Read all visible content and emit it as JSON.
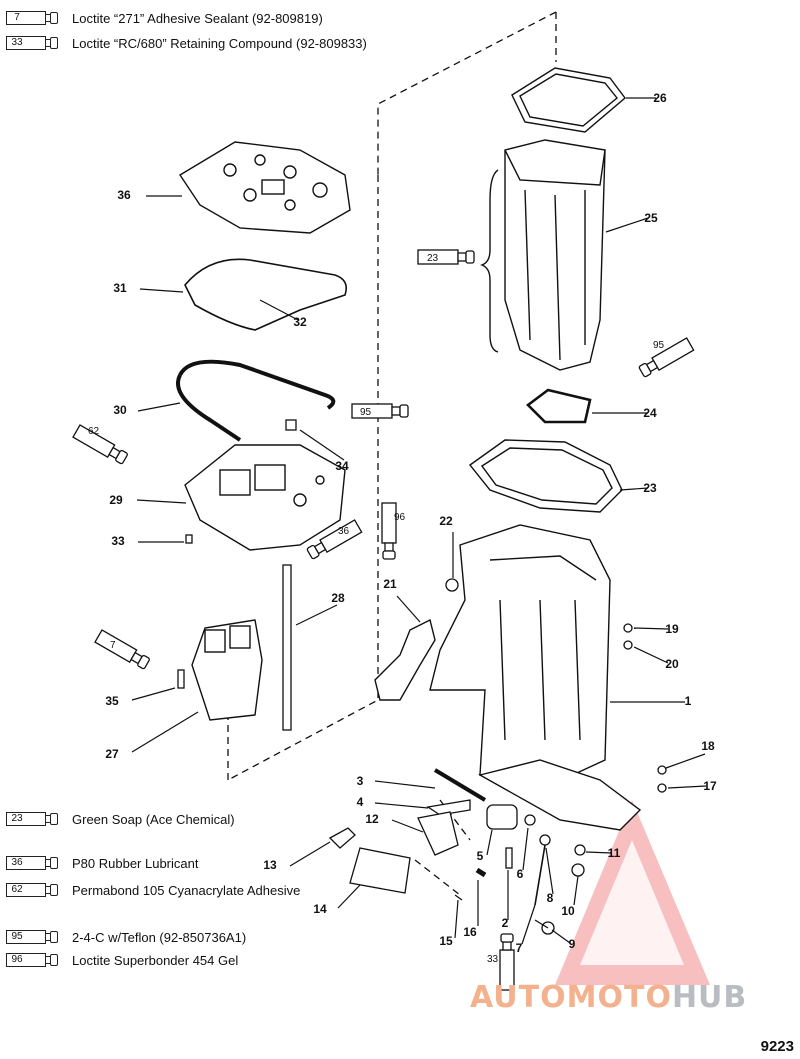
{
  "legend_top": [
    {
      "code": "7",
      "text": "Loctite “271” Adhesive Sealant (92-809819)"
    },
    {
      "code": "33",
      "text": "Loctite “RC/680” Retaining Compound (92-809833)"
    }
  ],
  "legend_bottom": [
    {
      "code": "23",
      "text": "Green Soap (Ace Chemical)"
    },
    {
      "code": "36",
      "text": "P80 Rubber Lubricant"
    },
    {
      "code": "62",
      "text": "Permabond 105 Cyanacrylate Adhesive"
    },
    {
      "code": "95",
      "text": "2-4-C w/Teflon (92-850736A1)"
    },
    {
      "code": "96",
      "text": "Loctite Superbonder 454 Gel"
    }
  ],
  "callouts": [
    "1",
    "2",
    "3",
    "4",
    "5",
    "6",
    "7",
    "8",
    "9",
    "10",
    "11",
    "12",
    "13",
    "14",
    "15",
    "16",
    "17",
    "18",
    "19",
    "20",
    "21",
    "22",
    "23",
    "24",
    "25",
    "26",
    "27",
    "28",
    "29",
    "30",
    "31",
    "32",
    "33",
    "34",
    "35",
    "36"
  ],
  "tube_labels": [
    "23",
    "95",
    "95",
    "62",
    "36",
    "96",
    "7",
    "33"
  ],
  "drawing_number": "9223",
  "watermark": {
    "part1": "AUTOMOTO",
    "part2": "HUB",
    "color1": "#f3b28d",
    "color2": "#b9bcc1",
    "triangle_color": "#f08a8a"
  }
}
